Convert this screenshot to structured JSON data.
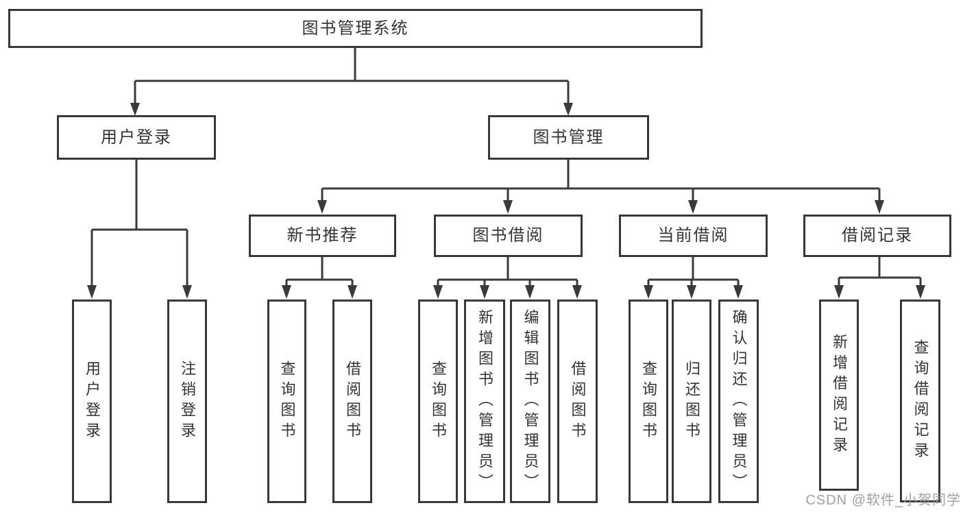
{
  "diagram_title": "图书管理系统",
  "tree": {
    "label": "图书管理系统",
    "children": [
      {
        "label": "用户登录",
        "children": [
          {
            "label": "用户登录"
          },
          {
            "label": "注销登录"
          }
        ]
      },
      {
        "label": "图书管理",
        "children": [
          {
            "label": "新书推荐",
            "children": [
              {
                "label": "查询图书"
              },
              {
                "label": "借阅图书"
              }
            ]
          },
          {
            "label": "图书借阅",
            "children": [
              {
                "label": "查询图书"
              },
              {
                "label": "新增图书（管理员）"
              },
              {
                "label": "编辑图书（管理员）"
              },
              {
                "label": "借阅图书"
              }
            ]
          },
          {
            "label": "当前借阅",
            "children": [
              {
                "label": "查询图书"
              },
              {
                "label": "归还图书"
              },
              {
                "label": "确认归还（管理员）"
              }
            ]
          },
          {
            "label": "借阅记录",
            "children": [
              {
                "label": "新增借阅记录"
              },
              {
                "label": "查询借阅记录"
              }
            ]
          }
        ]
      }
    ]
  },
  "watermark": {
    "text": "CSDN @软件_小贺同学"
  },
  "colors": {
    "line": "#3a3a3a",
    "border": "#383838",
    "text": "#333333",
    "background": "#ffffff",
    "watermark": "#989898"
  }
}
